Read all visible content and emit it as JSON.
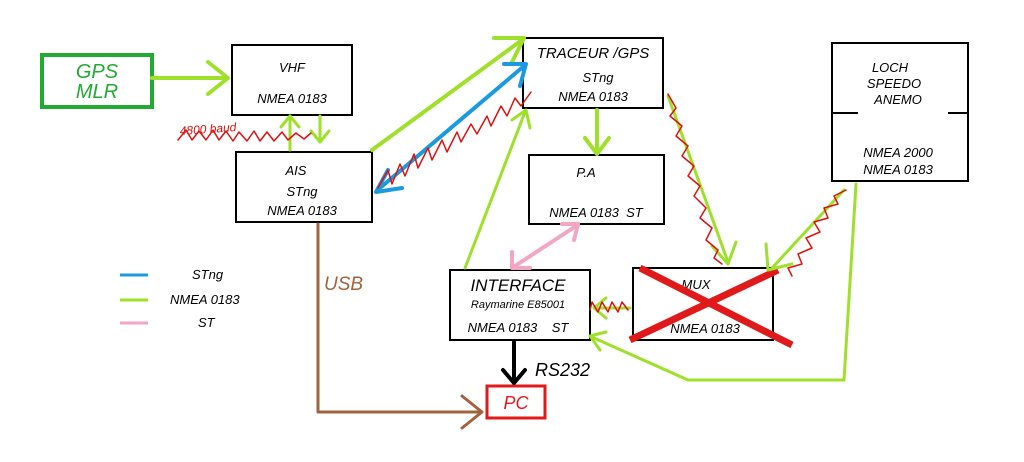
{
  "colors": {
    "stng": "#1a9be0",
    "nmea0183": "#9ee02a",
    "st": "#f2a6c4",
    "usb": "#a0633c",
    "pc": "#e01a1a",
    "gps": "#22aa33",
    "scribble": "#dd1111",
    "rs232": "#000000"
  },
  "nodes": {
    "gps": {
      "line1": "GPS",
      "line2": "MLR"
    },
    "vhf": {
      "title": "VHF",
      "protocol": "NMEA 0183"
    },
    "ais": {
      "title": "AIS",
      "protocol1": "STng",
      "protocol2": "NMEA 0183"
    },
    "traceur": {
      "title": "TRACEUR /GPS",
      "protocol1": "STng",
      "protocol2": "NMEA 0183"
    },
    "pa": {
      "title": "P.A",
      "protocol": "NMEA 0183  ST"
    },
    "loch": {
      "line1": "LOCH",
      "line2": "SPEEDO",
      "line3": "ANEMO",
      "protocol1": "NMEA 2000",
      "protocol2": "NMEA 0183"
    },
    "interface": {
      "title": "INTERFACE",
      "model": "Raymarine E85001",
      "protocol": "NMEA 0183    ST"
    },
    "mux": {
      "title": "MUX",
      "protocol": "NMEA 0183"
    },
    "pc": {
      "title": "PC"
    }
  },
  "edge_labels": {
    "usb": "USB",
    "rs232": "RS232",
    "baud": "4800 baud"
  },
  "legend": [
    {
      "label": "STng",
      "color_key": "stng"
    },
    {
      "label": "NMEA 0183",
      "color_key": "nmea0183"
    },
    {
      "label": "ST",
      "color_key": "st"
    }
  ]
}
